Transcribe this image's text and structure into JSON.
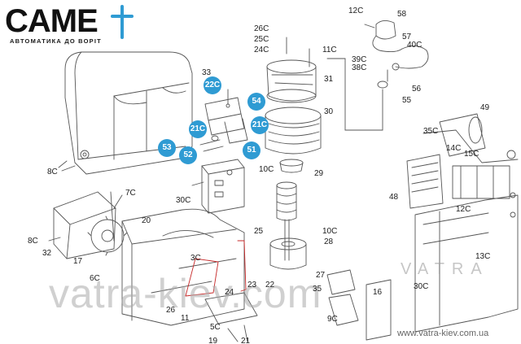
{
  "brand": {
    "logo_text": "CAME",
    "tagline": "АВТОМАТИКА ДО ВОРІТ",
    "accent_color": "#2f9bd3"
  },
  "watermark": {
    "large_text": "vatra-kiev.com",
    "mark_text": "VATRA",
    "url_text": "www.vatra-kiev.com.ua"
  },
  "part_labels": [
    "12C",
    "58",
    "57",
    "40C",
    "39C",
    "38C",
    "56",
    "55",
    "26C",
    "25C",
    "24C",
    "11C",
    "31",
    "30",
    "29",
    "10C",
    "33",
    "8C",
    "7C",
    "30C",
    "20",
    "25",
    "8C",
    "32",
    "17",
    "6C",
    "3C",
    "24",
    "23",
    "22",
    "26",
    "11",
    "5C",
    "19",
    "21",
    "10C",
    "28",
    "27",
    "35",
    "16",
    "9C",
    "49",
    "35C",
    "14C",
    "15C",
    "48",
    "12C",
    "13C",
    "30C"
  ],
  "highlighted_parts": [
    "22C",
    "54",
    "21C",
    "21C",
    "53",
    "52",
    "51"
  ]
}
